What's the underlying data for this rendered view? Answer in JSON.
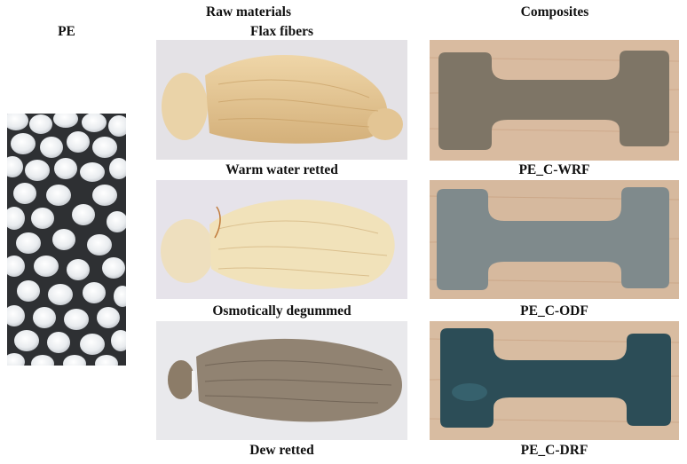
{
  "figure": {
    "headers": {
      "raw_materials": "Raw materials",
      "composites": "Composites",
      "pe": "PE"
    },
    "pe_image": {
      "label": "PE",
      "description": "white polyethylene pellets on dark background"
    },
    "raw_materials": [
      {
        "label": "Flax fibers",
        "description": "warm water retted flax fiber bundle, light tan"
      },
      {
        "label": "Warm water retted",
        "description": "osmotically degummed flax bundle, pale cream"
      },
      {
        "label": "Osmotically degummed",
        "description": "dew retted flax bundle, grey-brown"
      }
    ],
    "raw_captions_below": [
      "Warm water retted",
      "Osmotically degummed",
      "Dew retted"
    ],
    "composites": [
      {
        "label": "PE_C-WRF",
        "description": "grey-brown dog-bone composite specimen on wood"
      },
      {
        "label": "PE_C-ODF",
        "description": "grey-blue dog-bone composite specimen on wood"
      },
      {
        "label": "PE_C-DRF",
        "description": "dark teal dog-bone composite specimen on wood"
      }
    ],
    "colors": {
      "pe_pellet": "#eef0f2",
      "pe_bg": "#2e3033",
      "photo_bg": "#e4e2e6",
      "flax_warm": "#e3c594",
      "flax_osmotic": "#f0e0b8",
      "flax_dew": "#8d7e6c",
      "wood": "#d7b89a",
      "comp_wrf": "#7e7566",
      "comp_odf": "#7f8a8c",
      "comp_drf": "#2c4d57"
    }
  }
}
